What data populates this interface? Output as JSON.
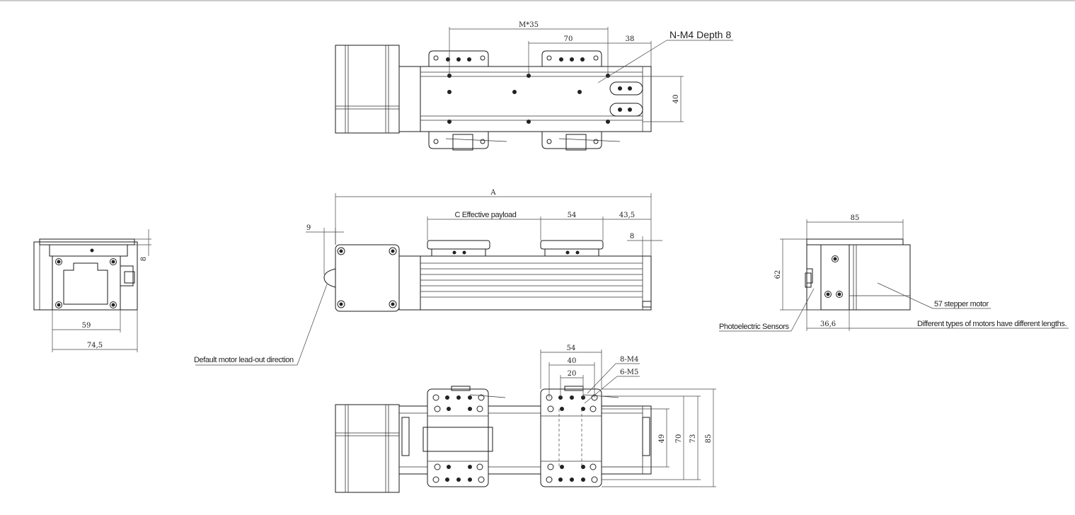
{
  "labels": {
    "n_m4_depth": "N-M4 Depth 8",
    "c_effective_payload": "C Effective payload",
    "default_motor_lead_out": "Default motor lead-out direction",
    "photoelectric_sensors": "Photoelectric Sensors",
    "stepper_motor": "57 stepper motor",
    "motor_lengths_note": "Different types of motors have different lengths."
  },
  "dimensions": {
    "top_view": {
      "m35": "M*35",
      "d70": "70",
      "d38": "38",
      "d40": "40"
    },
    "front_view": {
      "a": "A",
      "d54": "54",
      "d43_5": "43,5",
      "d9": "9",
      "d8": "8"
    },
    "left_view": {
      "d8": "8",
      "d59": "59",
      "d74_5": "74,5"
    },
    "right_view": {
      "d85": "85",
      "d62": "62",
      "d36_6": "36,6"
    },
    "bottom_view": {
      "d54": "54",
      "d40": "40",
      "d20": "20",
      "holes_8m4": "8-M4",
      "holes_6m5": "6-M5",
      "d49": "49",
      "d70": "70",
      "d73": "73",
      "d85": "85"
    }
  },
  "colors": {
    "line": "#1a1a1a",
    "background": "#ffffff"
  }
}
